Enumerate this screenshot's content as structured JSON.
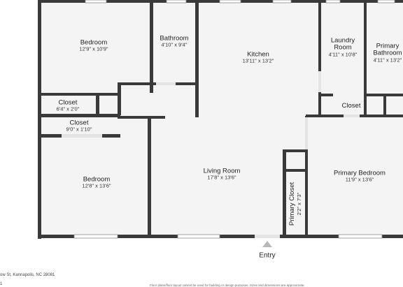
{
  "rooms": {
    "bedroom_top": {
      "name": "Bedroom",
      "dims": "12'9\" x 10'9\""
    },
    "bathroom": {
      "name": "Bathroom",
      "dims": "4'10\" x 9'4\""
    },
    "kitchen": {
      "name": "Kitchen",
      "dims": "13'11\" x 13'2\""
    },
    "laundry": {
      "name_line1": "Laundry",
      "name_line2": "Room",
      "dims": "4'11\" x 10'8\""
    },
    "primary_bathroom": {
      "name_line1": "Primary",
      "name_line2": "Bathroom",
      "dims": "4'11\" x 13'2\""
    },
    "closet_a": {
      "name": "Closet",
      "dims": "6'4\" x 2'0\""
    },
    "closet_b": {
      "name": "Closet",
      "dims": "9'0\" x 1'10\""
    },
    "closet_c": {
      "name": "Closet"
    },
    "bedroom_bottom": {
      "name": "Bedroom",
      "dims": "12'8\" x 13'6\""
    },
    "living_room": {
      "name": "Living Room",
      "dims": "17'8\" x 13'6\""
    },
    "primary_bedroom": {
      "name": "Primary Bedroom",
      "dims": "11'9\" x 13'6\""
    },
    "primary_closet": {
      "name": "Primary Closet",
      "dims": "2'2\" x 7'3\""
    }
  },
  "entry_label": "Entry",
  "footer": {
    "address": "ow St, Kannapolis, NC 28081",
    "page": "1",
    "disclaimer": "Floor plans/floor layout cannot be used for building or design purposes. Sizes and dimensions are approximate."
  },
  "colors": {
    "wall": "#3a3a3a",
    "floor": "#f4f4f4",
    "window": "#ffffff"
  }
}
